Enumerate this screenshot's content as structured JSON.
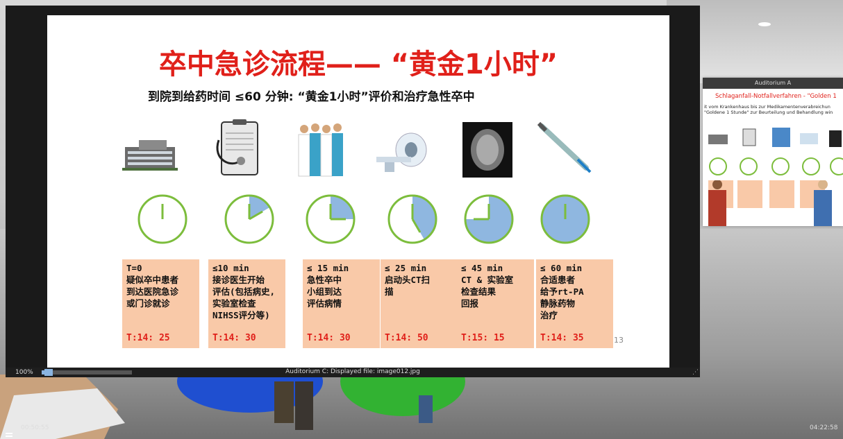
{
  "slide": {
    "title": "卒中急诊流程—— “黄金1小时”",
    "subtitle": "到院到给药时间 ≤60 分钟: “黄金1小时”评价和治疗急性卒中",
    "page_number": "13",
    "steps": [
      {
        "image": "hospital-building-icon",
        "clock_fraction": 0,
        "time": "T=0",
        "desc": "疑似卒中患者\n到达医院急诊\n或门诊就诊",
        "t": "T:14: 25"
      },
      {
        "image": "clipboard-stethoscope-icon",
        "clock_fraction": 0.1667,
        "time": "≤10 min",
        "desc": "接诊医生开始\n评估(包括病史,\n实验室检查\nNIHSS评分等)",
        "t": "T:14: 30"
      },
      {
        "image": "medical-team-icon",
        "clock_fraction": 0.25,
        "time": "≤ 15 min",
        "desc": "急性卒中\n小组到达\n评估病情",
        "t": "T:14: 30"
      },
      {
        "image": "ct-scanner-icon",
        "clock_fraction": 0.4167,
        "time": "≤ 25 min",
        "desc": "启动头CT扫\n描",
        "t": "T:14: 50"
      },
      {
        "image": "brain-scan-icon",
        "clock_fraction": 0.75,
        "time": "≤ 45 min",
        "desc": "CT & 实验室\n检查结果\n回报",
        "t": "T:15: 15"
      },
      {
        "image": "syringe-icon",
        "clock_fraction": 1.0,
        "time": "≤ 60 min",
        "desc": "合适患者\n给予rt-PA\n静脉药物\n治疗",
        "t": "T:14: 35"
      }
    ]
  },
  "mini_screen": {
    "header": "Auditorium A",
    "title": "Schlaganfall-Notfallverfahren - \"Golden 1",
    "subtitle_line1": "it vom Krankenhaus bis zur Medikamentenverabreichun",
    "subtitle_line2": "\"Goldene 1 Stunde\" zur Beurteilung und Behandlung win"
  },
  "player": {
    "zoom": "100%",
    "displayed_file": "Auditorium C: Displayed file: image012.jpg",
    "progress_fraction": 0.06,
    "time_left": "00:50:55",
    "time_right": "04:22:58"
  },
  "colors": {
    "title_red": "#e0201a",
    "box_fill": "#f9c9a8",
    "clock_green": "#7cbd3c",
    "clock_fill": "#8fb7e0"
  }
}
